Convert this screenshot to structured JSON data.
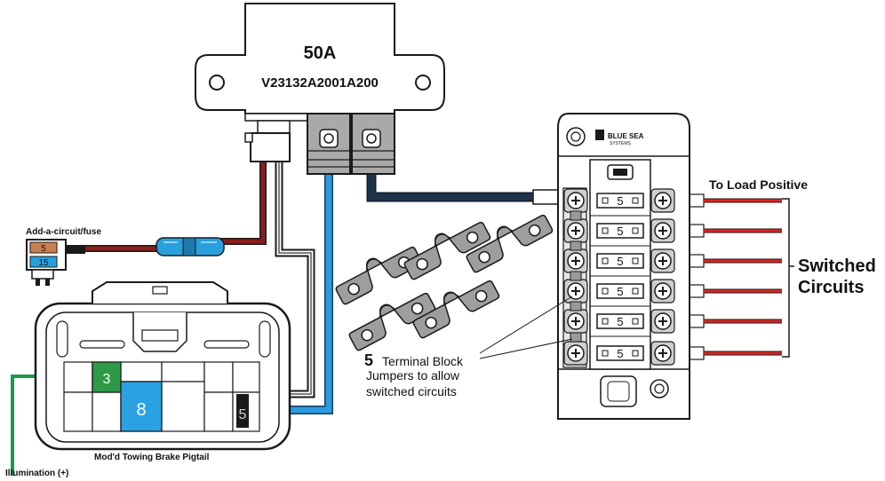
{
  "relay": {
    "rating": "50A",
    "part_number": "V23132A2001A200"
  },
  "add_a_circuit": {
    "title": "Add-a-circuit/fuse",
    "fuse_top": "5",
    "fuse_bottom": "15"
  },
  "pigtail": {
    "title": "Mod'd Towing Brake Pigtail",
    "pin_green": "3",
    "pin_blue": "8",
    "pin_black": "5",
    "illumination_label": "Illumination (+)"
  },
  "fuse_block": {
    "brand_line1": "BLUE SEA",
    "brand_line2": "SYSTEMS",
    "fuse_ratings": [
      "5",
      "5",
      "5",
      "5",
      "5",
      "5"
    ]
  },
  "jumpers": {
    "count": "5",
    "line1": "Terminal Block",
    "line2": "Jumpers to allow",
    "line3": "switched circuits"
  },
  "load": {
    "to_load_label": "To Load Positive",
    "switched_line1": "Switched",
    "switched_line2": "Circuits"
  },
  "colors": {
    "red_wire": "#e02424",
    "dark_red_wire": "#8b1c1c",
    "blue_wire": "#2a9be0",
    "navy_wire": "#1e3349",
    "green_wire": "#1a9a4a",
    "fuse_orange": "#c9804f",
    "fuse_blue": "#28a0de",
    "pin_green": "#2e9a47",
    "pin_blue": "#2aa2e2"
  }
}
